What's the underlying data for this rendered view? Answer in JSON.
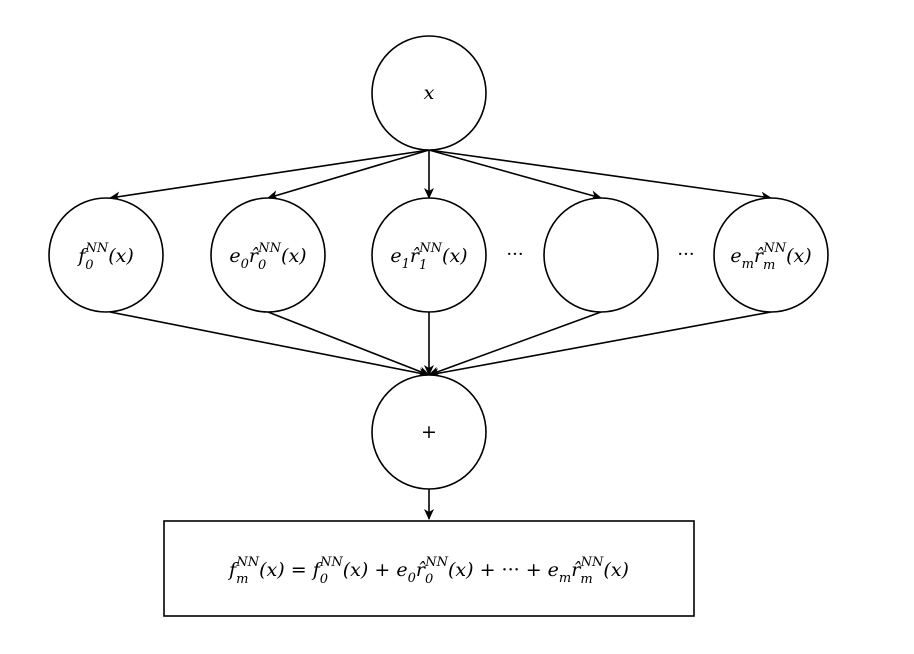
{
  "diagram": {
    "input_node": "x",
    "branch_nodes": [
      {
        "label": "f_0^{NN}(x)"
      },
      {
        "label": "e_0 r̂_0^{NN}(x)"
      },
      {
        "label": "e_1 r̂_1^{NN}(x)"
      },
      {
        "label": ""
      },
      {
        "label": "e_m r̂_m^{NN}(x)"
      }
    ],
    "ellipses": [
      "···",
      "···"
    ],
    "sum_node": "+",
    "output_formula": "f_m^{NN}(x) = f_0^{NN}(x) + e_0 r̂_0^{NN}(x) + ··· + e_m r̂_m^{NN}(x)"
  }
}
